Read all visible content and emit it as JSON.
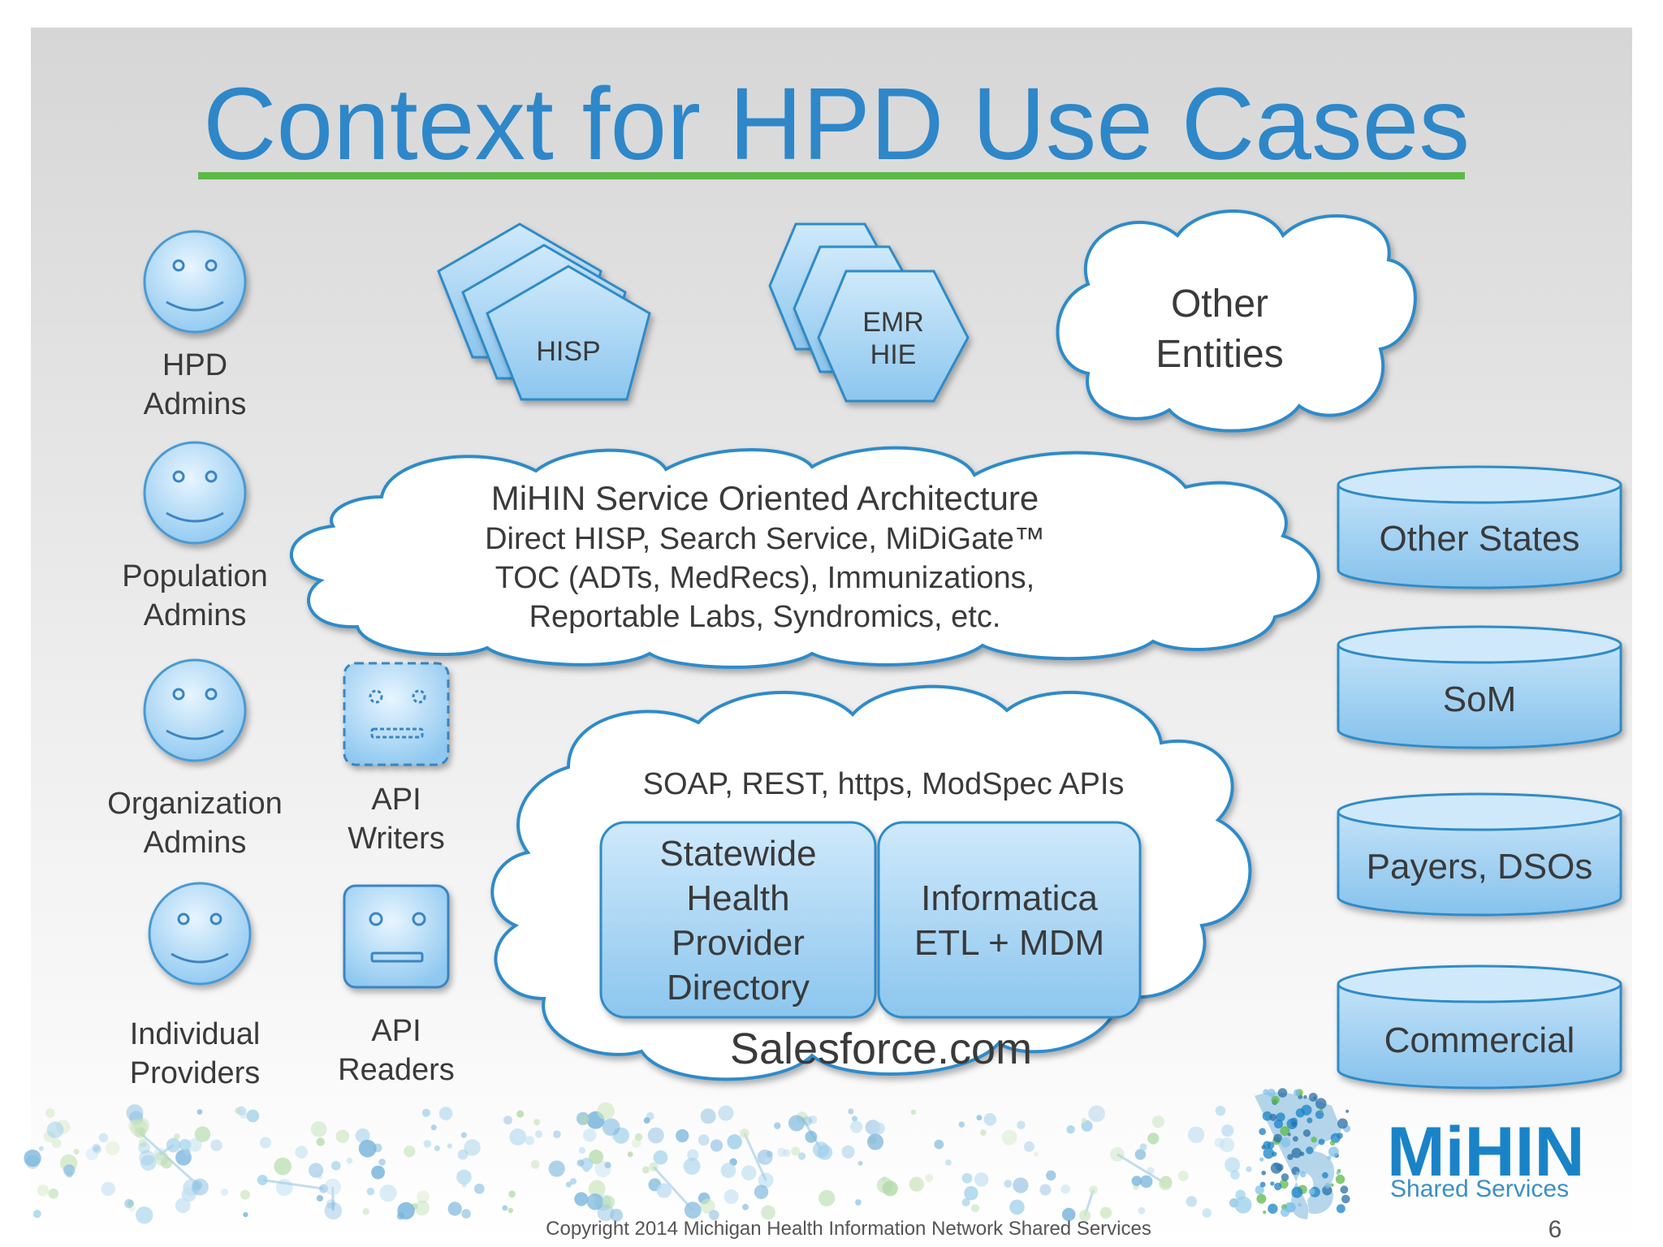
{
  "slide": {
    "title": "Context for HPD Use Cases",
    "copyright": "Copyright 2014 Michigan Health Information Network Shared Services",
    "page_number": "6"
  },
  "actors": [
    {
      "line1": "HPD",
      "line2": "Admins"
    },
    {
      "line1": "Population",
      "line2": "Admins"
    },
    {
      "line1": "Organization",
      "line2": "Admins"
    },
    {
      "line1": "Individual",
      "line2": "Providers"
    }
  ],
  "api": {
    "writers": {
      "line1": "API",
      "line2": "Writers"
    },
    "readers": {
      "line1": "API",
      "line2": "Readers"
    }
  },
  "top_entities": {
    "hisp": "HISP",
    "emr_line1": "EMR",
    "emr_line2": "HIE",
    "other_line1": "Other",
    "other_line2": "Entities"
  },
  "soa_cloud": {
    "title": "MiHIN Service Oriented Architecture",
    "line1": "Direct HISP, Search Service, MiDiGate™",
    "line2": "TOC (ADTs, MedRecs), Immunizations,",
    "line3": "Reportable Labs, Syndromics, etc."
  },
  "salesforce_cloud": {
    "apis": "SOAP, REST, https, ModSpec APIs",
    "box1": [
      "Statewide",
      "Health",
      "Provider",
      "Directory"
    ],
    "box2_line1": "Informatica",
    "box2_line2": "ETL + MDM",
    "platform": "Salesforce.com"
  },
  "databases": [
    "Other States",
    "SoM",
    "Payers, DSOs",
    "Commercial"
  ],
  "logo": {
    "name": "MiHIN",
    "tagline": "Shared Services"
  },
  "colors": {
    "title": "#2e87c8",
    "title_underline": "#5cb947",
    "shape_fill": "#9fd0f2",
    "shape_stroke": "#2f8bc9",
    "logo_blue": "#1a83c7"
  }
}
